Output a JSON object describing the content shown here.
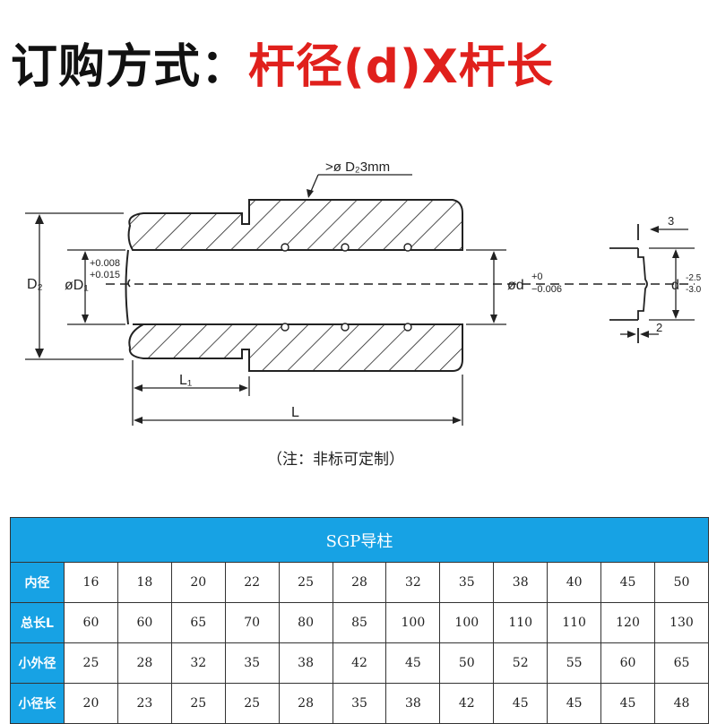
{
  "title": {
    "lead": "订购方式：",
    "emphasis": "杆径(d)X杆长"
  },
  "drawing": {
    "dim_top": ">ø D₂3mm",
    "d2": "D₂",
    "d1": "øD₁",
    "d1_tol_upper": "+0.008",
    "d1_tol_lower": "+0.015",
    "d": "ød",
    "d_tol_upper": "+0",
    "d_tol_lower": "−0.006",
    "d_right": "d",
    "d_right_tol_upper": "-2.5",
    "d_right_tol_lower": "-3.0",
    "dim_3": "3",
    "dim_2": "2",
    "l1": "L₁",
    "l": "L",
    "note": "（注：非标可定制）"
  },
  "table": {
    "caption": "SGP导柱",
    "rows": [
      {
        "label": "内径",
        "values": [
          "16",
          "18",
          "20",
          "22",
          "25",
          "28",
          "32",
          "35",
          "38",
          "40",
          "45",
          "50"
        ]
      },
      {
        "label": "总长L",
        "values": [
          "60",
          "60",
          "65",
          "70",
          "80",
          "85",
          "100",
          "100",
          "110",
          "110",
          "120",
          "130"
        ]
      },
      {
        "label": "小外径",
        "values": [
          "25",
          "28",
          "32",
          "35",
          "38",
          "42",
          "45",
          "50",
          "52",
          "55",
          "60",
          "65"
        ]
      },
      {
        "label": "小径长",
        "values": [
          "20",
          "23",
          "25",
          "25",
          "28",
          "35",
          "38",
          "42",
          "45",
          "45",
          "45",
          "48"
        ]
      }
    ]
  },
  "colors": {
    "accent": "#17a2e4",
    "emphasis": "#e0201c"
  }
}
